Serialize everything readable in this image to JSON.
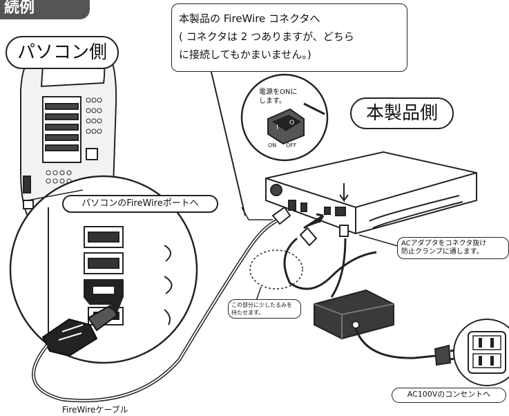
{
  "header_tab": "続例",
  "pc_side_label": "パソコン側",
  "device_side_label": "本製品側",
  "top_callout": {
    "line1": "本製品の FireWire コネクタへ",
    "line2": "( コネクタは 2 つありますが、どちら",
    "line3": "に接続してもかまいません。)"
  },
  "power_callout": {
    "line1": "電源をONに",
    "line2": "します。",
    "on": "ON",
    "off": "OFF"
  },
  "pc_port_label": "パソコンのFireWireポートへ",
  "clamp_callout": {
    "line1": "ACアダプタをコネクタ抜け",
    "line2": "防止クランプに通します。"
  },
  "slack_callout": {
    "line1": "この部分に少したるみを",
    "line2": "持たせます。"
  },
  "outlet_label": "AC100Vのコンセントへ",
  "cable_label": "FireWireケーブル"
}
